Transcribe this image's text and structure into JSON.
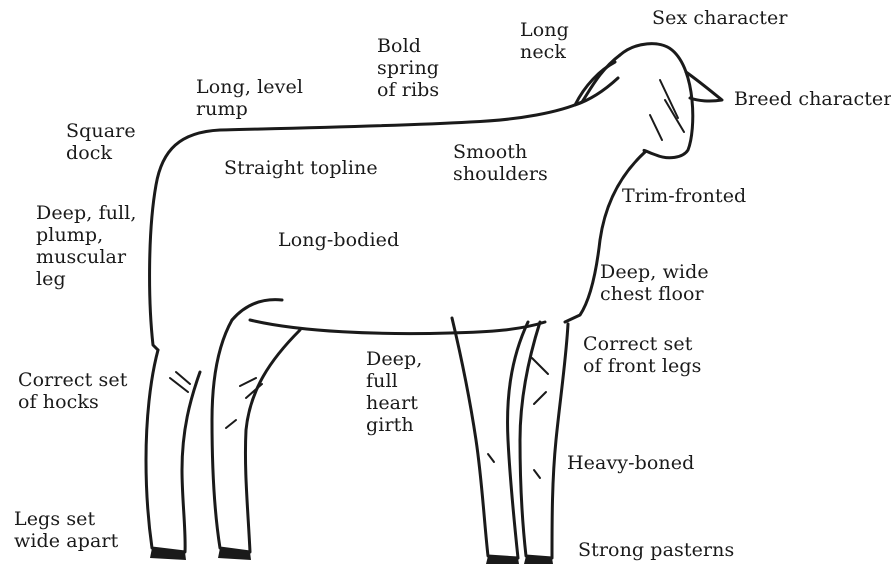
{
  "labels": {
    "sex_character": "Sex character",
    "long_neck": "Long\nneck",
    "bold_spring": "Bold\nspring\nof ribs",
    "long_level_rump": "Long, level\nrump",
    "breed_character": "Breed character",
    "square_dock": "Square\ndock",
    "straight_topline": "Straight topline",
    "smooth_shoulders": "Smooth\nshoulders",
    "trim_fronted": "Trim-fronted",
    "deep_full_plump_leg": "Deep, full,\nplump,\nmuscular\nleg",
    "long_bodied": "Long-bodied",
    "deep_wide_chest": "Deep, wide\nchest floor",
    "correct_front_legs": "Correct set\nof front legs",
    "correct_hocks": "Correct set\nof hocks",
    "deep_heart_girth": "Deep,\nfull\nheart\ngirth",
    "heavy_boned": "Heavy-boned",
    "legs_wide_apart": "Legs set\nwide apart",
    "strong_pasterns": "Strong pasterns"
  }
}
